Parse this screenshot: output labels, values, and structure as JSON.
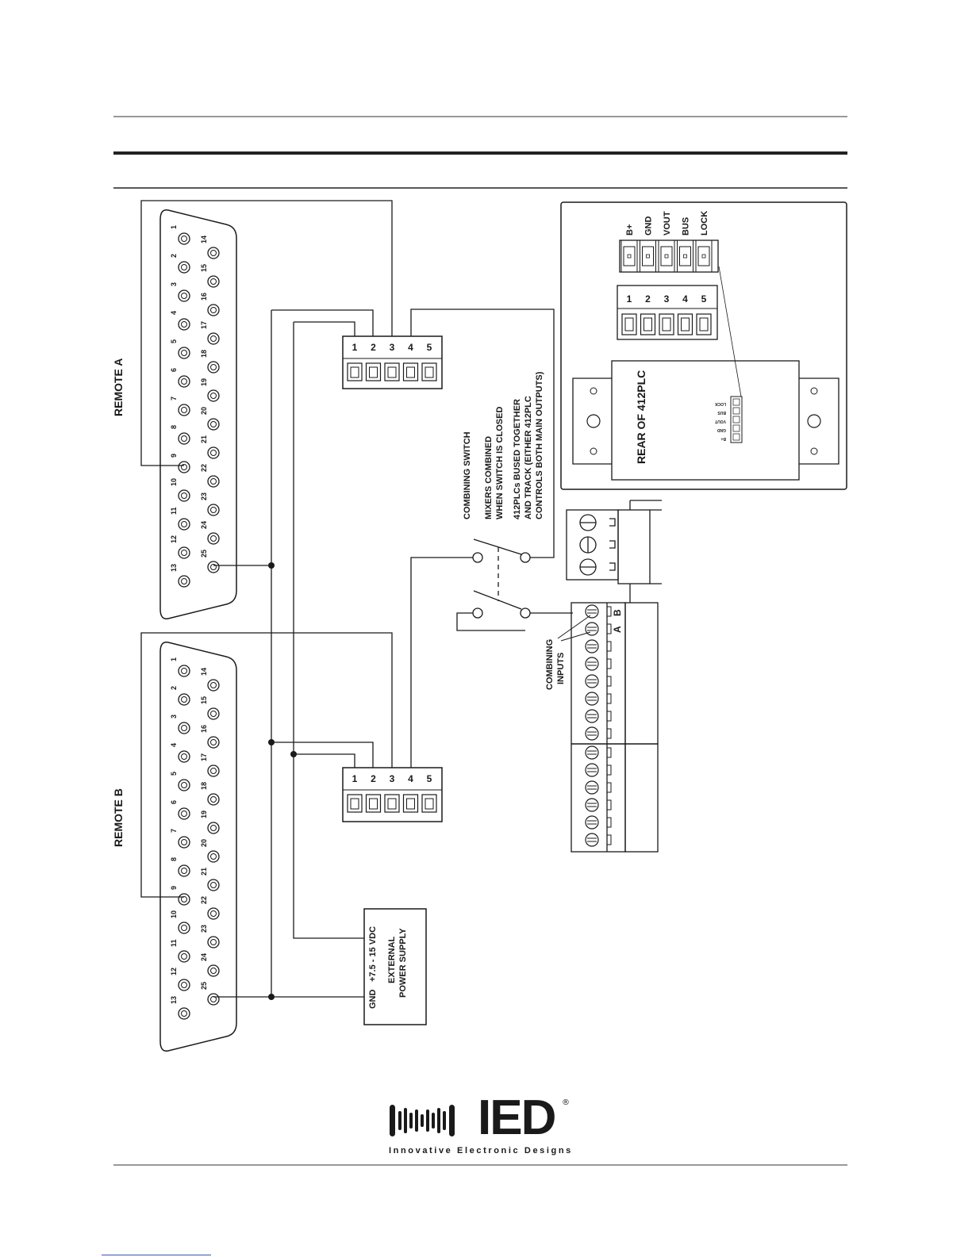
{
  "remotes": [
    {
      "label": "REMOTE A"
    },
    {
      "label": "REMOTE B"
    }
  ],
  "db25": {
    "top_row": [
      "1",
      "2",
      "3",
      "4",
      "5",
      "6",
      "7",
      "8",
      "9",
      "10",
      "11",
      "12",
      "13"
    ],
    "bottom_row": [
      "14",
      "15",
      "16",
      "17",
      "18",
      "19",
      "20",
      "21",
      "22",
      "23",
      "24",
      "25"
    ]
  },
  "terminal_block": {
    "pins": [
      "1",
      "2",
      "3",
      "4",
      "5"
    ]
  },
  "rear_panel": {
    "title": "REAR OF 412PLC",
    "signal_labels": [
      "B+",
      "GND",
      "VOUT",
      "BUS",
      "LOCK"
    ],
    "pin_numbers": [
      "1",
      "2",
      "3",
      "4",
      "5"
    ]
  },
  "switch_note": {
    "title": "COMBINING SWITCH",
    "line1": "MIXERS COMBINED",
    "line2": "WHEN SWITCH IS CLOSED",
    "line3": "412PLCs BUSED TOGETHER",
    "line4": "AND TRACK (EITHER 412PLC",
    "line5": "CONTROLS BOTH MAIN OUTPUTS)"
  },
  "combining_inputs": {
    "line1": "COMBINING",
    "line2": "INPUTS",
    "col_a": "A",
    "col_b": "B"
  },
  "power_supply": {
    "voltage": "+7.5 - 15 VDC",
    "gnd": "GND",
    "line1": "EXTERNAL",
    "line2": "POWER SUPPLY"
  },
  "logo": {
    "wordmark": "IED",
    "registered": "®",
    "tagline": "Innovative Electronic Designs"
  }
}
